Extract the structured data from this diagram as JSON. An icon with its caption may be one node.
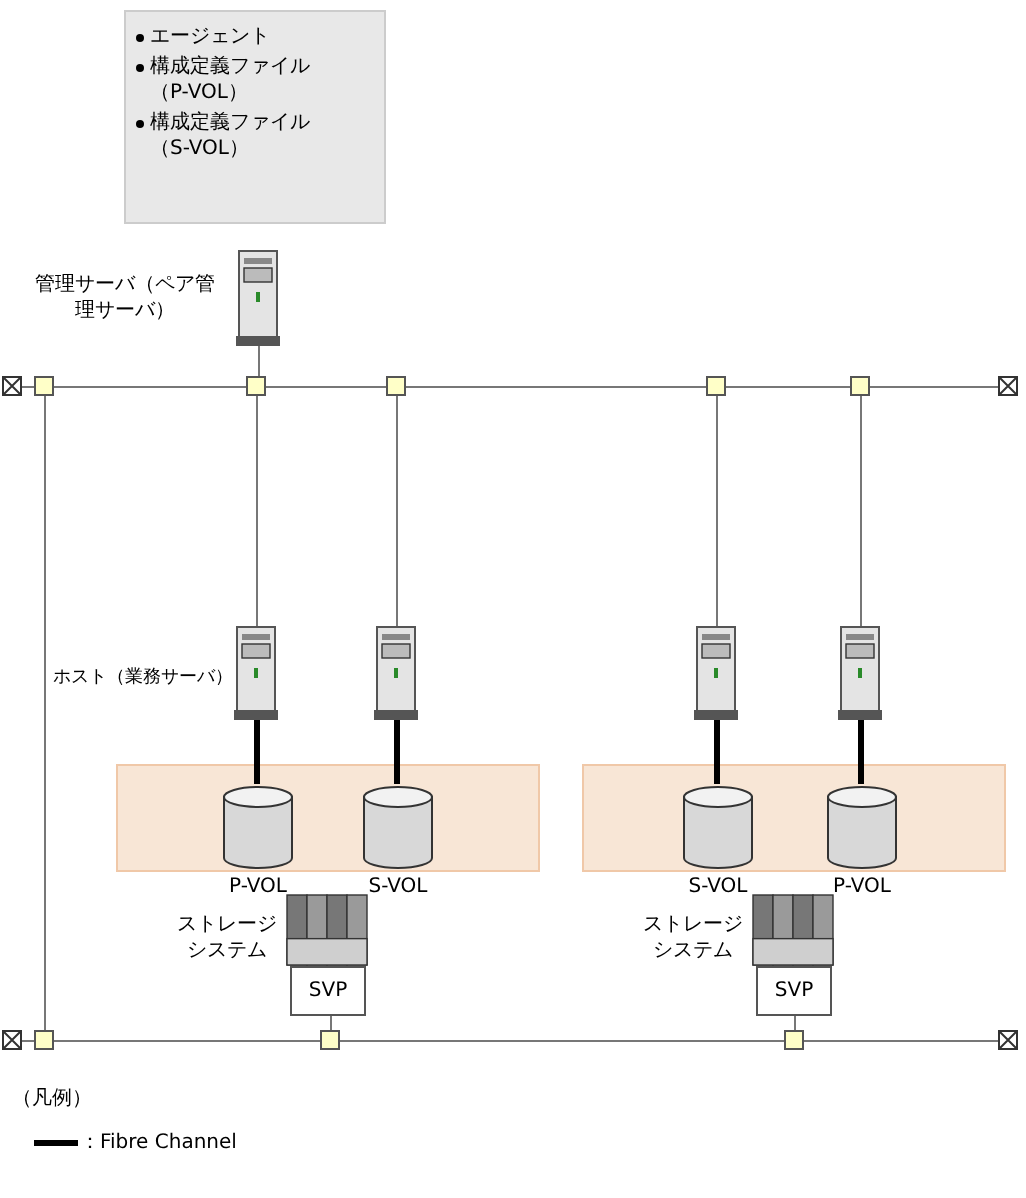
{
  "diagram": {
    "nodes": [
      {
        "text": [
          "エージェント",
          "構成定義ファイル（P-VOL）",
          "構成定義ファイル（S-VOL）"
        ]
      },
      {
        "text": [],
        "shape": "server",
        "beside": [
          "管理サーバ（ペア管理サーバ）"
        ]
      },
      {
        "text": [],
        "shape": "server",
        "beside": [
          "ホスト（業務サーバ）"
        ]
      },
      {
        "text": [],
        "shape": "server"
      },
      {
        "text": [],
        "shape": "server"
      },
      {
        "text": [],
        "shape": "server"
      },
      {
        "text": [],
        "shape": "box"
      },
      {
        "text": [
          "P-VOL"
        ],
        "in": 6
      },
      {
        "text": [
          "S-VOL"
        ],
        "in": 6
      },
      {
        "text": [],
        "shape": "picture",
        "beside": [
          "ストレージシステム"
        ]
      },
      {
        "text": [
          "SVP"
        ]
      },
      {
        "text": [],
        "shape": "box"
      },
      {
        "text": [
          "S-VOL"
        ],
        "in": 11
      },
      {
        "text": [
          "P-VOL"
        ],
        "in": 11
      },
      {
        "text": [],
        "shape": "picture",
        "beside": [
          "ストレージシステム"
        ]
      },
      {
        "text": [
          "SVP"
        ]
      },
      {
        "text": [],
        "shape": "terminator"
      },
      {
        "text": [],
        "shape": "box"
      },
      {
        "text": [],
        "shape": "box"
      },
      {
        "text": [],
        "shape": "box"
      },
      {
        "text": [],
        "shape": "box"
      },
      {
        "text": [],
        "shape": "box"
      },
      {
        "text": [],
        "shape": "terminator"
      },
      {
        "text": [],
        "shape": "terminator"
      },
      {
        "text": [],
        "shape": "box"
      },
      {
        "text": [],
        "shape": "box"
      },
      {
        "text": [],
        "shape": "box"
      },
      {
        "text": [],
        "shape": "terminator"
      }
    ],
    "edges": [
      {
        "from": 16,
        "to": 17,
        "arrow": "none"
      },
      {
        "from": 17,
        "to": 18,
        "arrow": "none"
      },
      {
        "from": 18,
        "to": 19,
        "arrow": "none"
      },
      {
        "from": 19,
        "to": 20,
        "arrow": "none"
      },
      {
        "from": 20,
        "to": 21,
        "arrow": "none"
      },
      {
        "from": 21,
        "to": 22,
        "arrow": "none"
      },
      {
        "from": 18,
        "to": 1,
        "arrow": "none"
      },
      {
        "from": 18,
        "to": 2,
        "arrow": "none"
      },
      {
        "from": 19,
        "to": 3,
        "arrow": "none"
      },
      {
        "from": 20,
        "to": 4,
        "arrow": "none"
      },
      {
        "from": 21,
        "to": 5,
        "arrow": "none"
      },
      {
        "from": 2,
        "to": 7,
        "arrow": "none",
        "style": "thick",
        "color": "#000000"
      },
      {
        "from": 3,
        "to": 8,
        "arrow": "none",
        "style": "thick",
        "color": "#000000"
      },
      {
        "from": 4,
        "to": 12,
        "arrow": "none",
        "style": "thick",
        "color": "#000000"
      },
      {
        "from": 5,
        "to": 13,
        "arrow": "none",
        "style": "thick",
        "color": "#000000"
      },
      {
        "from": 17,
        "to": 24,
        "arrow": "none"
      },
      {
        "from": 23,
        "to": 24,
        "arrow": "none"
      },
      {
        "from": 24,
        "to": 25,
        "arrow": "none"
      },
      {
        "from": 25,
        "to": 26,
        "arrow": "none"
      },
      {
        "from": 26,
        "to": 27,
        "arrow": "none"
      },
      {
        "from": 10,
        "to": 25,
        "arrow": "none"
      },
      {
        "from": 15,
        "to": 26,
        "arrow": "none"
      }
    ],
    "labels": [
      "（凡例）"
    ],
    "legend": [
      {
        "text": "：Fibre Channel"
      }
    ]
  }
}
